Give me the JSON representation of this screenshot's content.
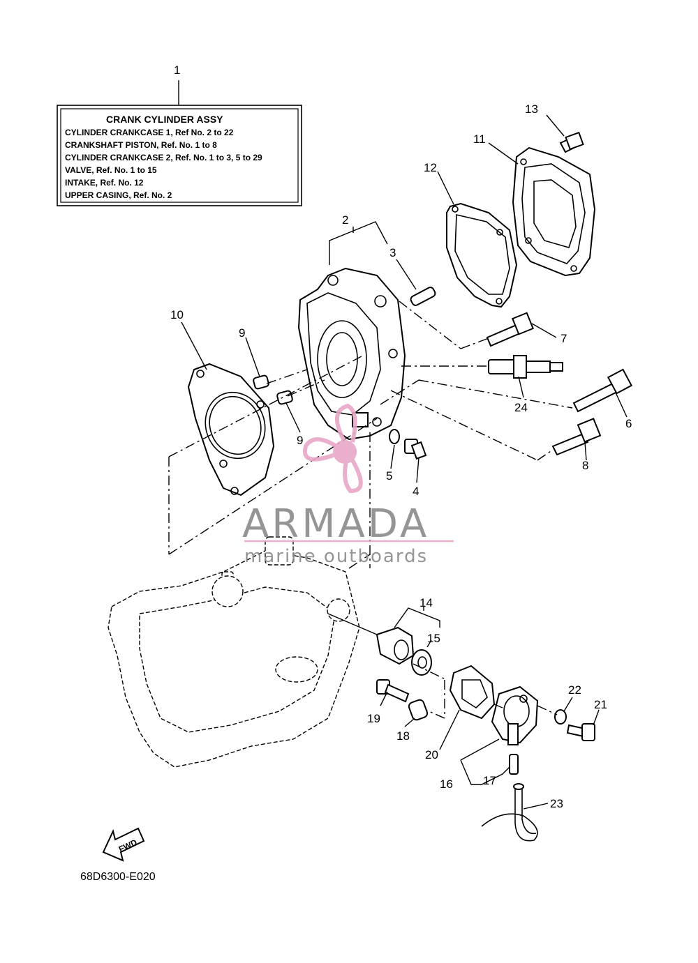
{
  "assy_box": {
    "ref": "1",
    "title": "CRANK CYLINDER ASSY",
    "lines": [
      "CYLINDER CRANKCASE 1,  Ref No. 2 to 22",
      "CRANKSHAFT PISTON,  Ref. No. 1 to 8",
      "CYLINDER CRANKCASE 2,  Ref. No. 1 to 3, 5 to 29",
      "VALVE,  Ref. No. 1 to 15",
      "INTAKE,  Ref. No. 12",
      "UPPER CASING,  Ref. No. 2"
    ]
  },
  "callouts": {
    "n2": "2",
    "n3": "3",
    "n4": "4",
    "n5": "5",
    "n6": "6",
    "n7": "7",
    "n8": "8",
    "n9a": "9",
    "n9b": "9",
    "n10": "10",
    "n11": "11",
    "n12": "12",
    "n13": "13",
    "n14": "14",
    "n15": "15",
    "n16": "16",
    "n17": "17",
    "n18": "18",
    "n19": "19",
    "n20": "20",
    "n21": "21",
    "n22": "22",
    "n23": "23",
    "n24": "24"
  },
  "fwd_label": "FWD",
  "diagram_code": "68D6300-E020",
  "watermark": {
    "brand": "ARMADA",
    "tagline": "marine outboards",
    "accent_color": "#e8a7c7"
  }
}
